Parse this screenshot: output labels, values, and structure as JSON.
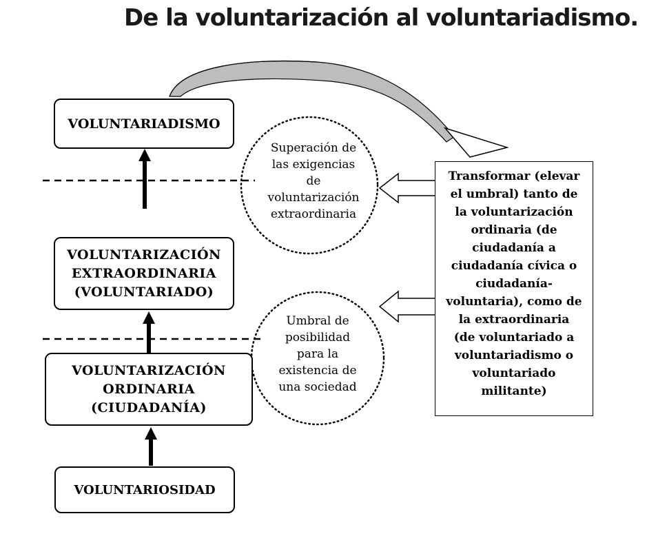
{
  "title": "De la voluntarización al voluntariadismo.",
  "boxes": {
    "voluntariadismo": "VOLUNTARIADISMO",
    "extraordinaria": "VOLUNTARIZACIÓN\nEXTRAORDINARIA\n(VOLUNTARIADO)",
    "ordinaria": "VOLUNTARIZACIÓN\nORDINARIA\n(CIUDADANÍA)",
    "voluntariosidad": "VOLUNTARIOSIDAD"
  },
  "circles": {
    "top": "Superación de\nlas exigencias\nde\nvoluntarización\nextraordinaria",
    "bottom": "Umbral de\nposibilidad\npara la\nexistencia de\nuna sociedad"
  },
  "right_box": "Transformar (elevar\nel umbral) tanto de\nla voluntarización\nordinaria (de\nciudadanía a\nciudadanía cívica o\nciudadanía-\nvoluntaria), como de\nla extraordinaria\n(de voluntariado a\nvoluntariadismo o\nvoluntariado\nmilitante)"
}
